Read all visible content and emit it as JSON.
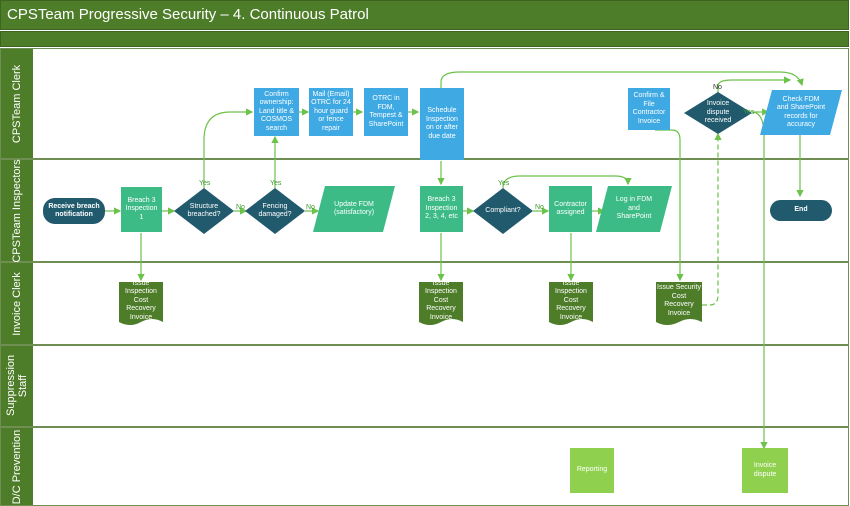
{
  "title": "CPSTeam Progressive Security – 4. Continuous Patrol",
  "lanes": [
    {
      "label": "CPSTeam Clerk"
    },
    {
      "label": "CPSTeam Inspectors"
    },
    {
      "label": "Invoice Clerk"
    },
    {
      "label": "Suppression Staff"
    },
    {
      "label": "D/C Prevention"
    }
  ],
  "nodes": {
    "receive_breach": "Receive breach notification",
    "breach3_insp1": "Breach 3 Inspection 1",
    "structure_breached": "Structure breached?",
    "fencing_damaged": "Fencing damaged?",
    "update_fdm": "Update FDM (satisfactory)",
    "confirm_ownership": "Confirm ownership: Land title & COSMOS search",
    "mail_otrc": "Mail (Email) OTRC for 24 hour guard or fence repair",
    "otrc_in_fdm": "OTRC in FDM, Tempest & SharePoint",
    "schedule_inspection": "Schedule Inspection on or after due date",
    "breach3_insp234": "Breach 3 Inspection 2, 3, 4, etc",
    "compliant": "Compliant?",
    "contractor_assigned": "Contractor assigned",
    "log_fdm_sharepoint": "Log in FDM and SharePoint",
    "confirm_file_invoice": "Confirm & File Contractor Invoice",
    "invoice_dispute_received": "Invoice dispute received",
    "check_fdm_records": "Check FDM and SharePoint records for accuracy",
    "end": "End",
    "issue_invoice_1": "Issue Inspection Cost Recovery Invoice",
    "issue_invoice_2": "Issue Inspection Cost Recovery Invoice",
    "issue_invoice_3": "Issue Inspection Cost Recovery Invoice",
    "issue_security_invoice": "Issue Security Cost Recovery Invoice",
    "reporting": "Reporting",
    "invoice_dispute": "Invoice dispute"
  },
  "edge_labels": {
    "structure_yes": "Yes",
    "structure_no": "No",
    "fencing_yes": "Yes",
    "fencing_no": "No",
    "compliant_yes": "Yes",
    "compliant_no": "No",
    "dispute_yes": "Yes",
    "dispute_no": "No"
  },
  "colors": {
    "header_green": "#4e7d2a",
    "process_blue": "#3fa9e4",
    "process_green": "#3dbb87",
    "document_green": "#4e7d2a",
    "terminal_navy": "#215a6d",
    "output_lime": "#8fd14f",
    "connector": "#6cc24a"
  }
}
